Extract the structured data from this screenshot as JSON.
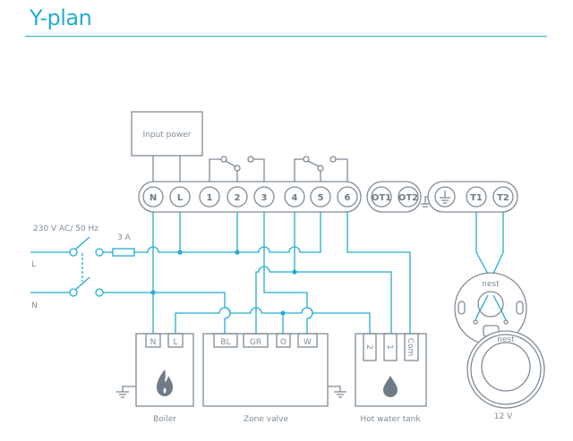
{
  "title": "Y-plan",
  "colors": {
    "accent": "#22aed0",
    "line": "#7f8b96"
  },
  "input_power": "Input power",
  "supply": {
    "voltage": "230 V AC/ 50 Hz",
    "fuse": "3 A",
    "live": "L",
    "neutral": "N"
  },
  "heat_link_terminals": [
    "N",
    "L",
    "1",
    "2",
    "3",
    "4",
    "5",
    "6"
  ],
  "opentherm_terminals": [
    "OT1",
    "OT2"
  ],
  "thermostat_terminals": [
    "T1",
    "T2"
  ],
  "boiler": {
    "label": "Boiler",
    "terminals": [
      "N",
      "L"
    ],
    "icon": "flame-icon"
  },
  "zone_valve": {
    "label": "Zone valve",
    "terminals": [
      "BL",
      "GR",
      "O",
      "W"
    ]
  },
  "hot_water_tank": {
    "label": "Hot water tank",
    "terminals": [
      "2",
      "1",
      "Com"
    ],
    "icon": "water-drop-icon"
  },
  "thermostat": {
    "brand": "nest",
    "voltage": "12 V"
  }
}
